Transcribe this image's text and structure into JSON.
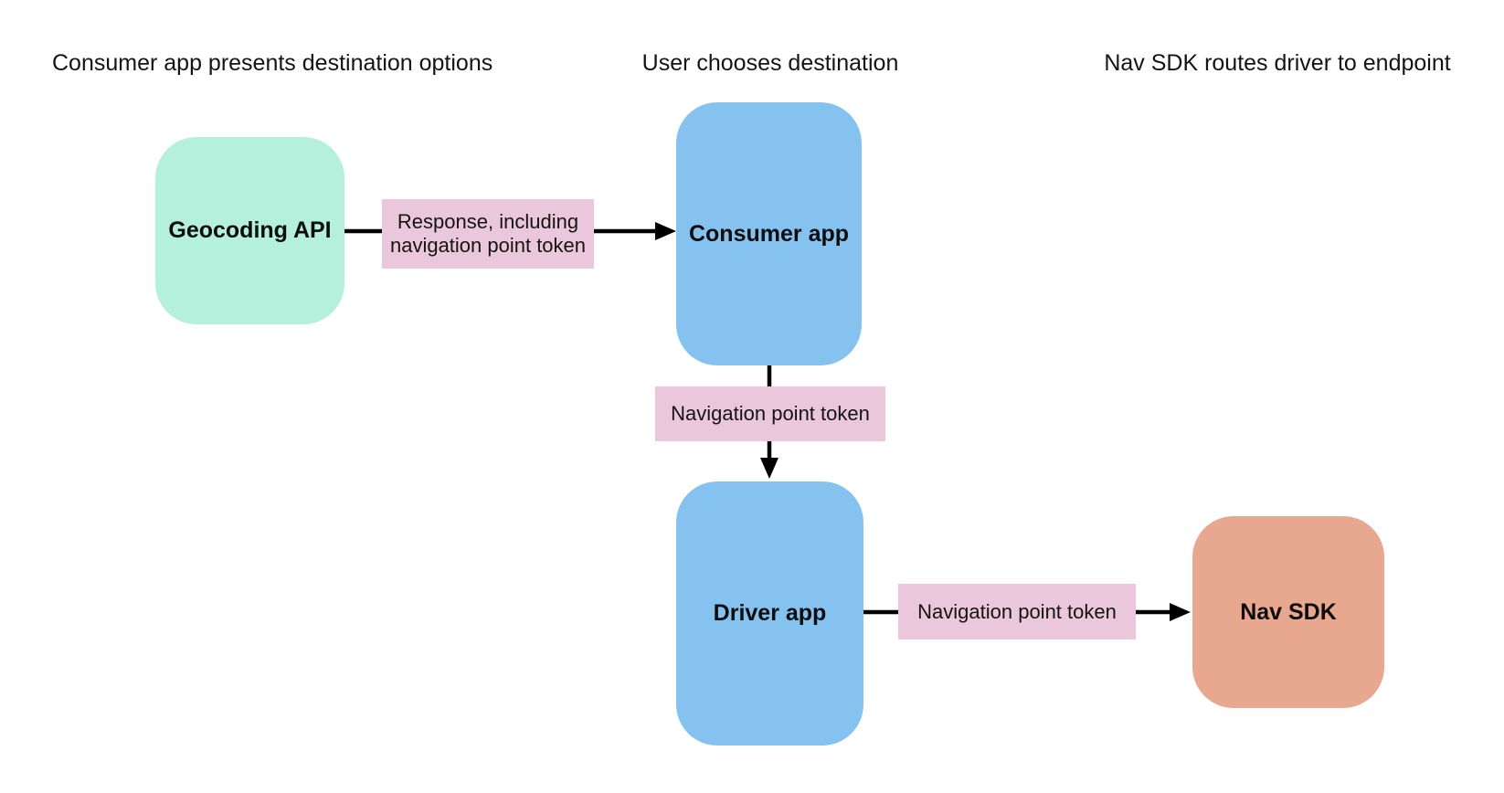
{
  "diagram": {
    "headers": [
      {
        "text": "Consumer app presents destination options"
      },
      {
        "text": "User chooses destination"
      },
      {
        "text": "Nav SDK routes driver to endpoint"
      }
    ],
    "nodes": [
      {
        "id": "geocoding-api",
        "label": "Geocoding API",
        "color": "#b4f0dc"
      },
      {
        "id": "consumer-app",
        "label": "Consumer app",
        "color": "#85c2f0"
      },
      {
        "id": "driver-app",
        "label": "Driver app",
        "color": "#85c2f0"
      },
      {
        "id": "nav-sdk",
        "label": "Nav SDK",
        "color": "#e8a78f"
      }
    ],
    "edge_labels": [
      {
        "from": "geocoding-api",
        "to": "consumer-app",
        "text": "Response, including navigation point token"
      },
      {
        "from": "consumer-app",
        "to": "driver-app",
        "text": "Navigation point token"
      },
      {
        "from": "driver-app",
        "to": "nav-sdk",
        "text": "Navigation point token"
      }
    ],
    "colors": {
      "background": "#ffffff",
      "node_green": "#b4f0dc",
      "node_blue": "#85c2f0",
      "node_orange": "#e8a78f",
      "edge_label_pink": "#ebc7dc",
      "arrow": "#000000",
      "text": "#141414"
    }
  }
}
